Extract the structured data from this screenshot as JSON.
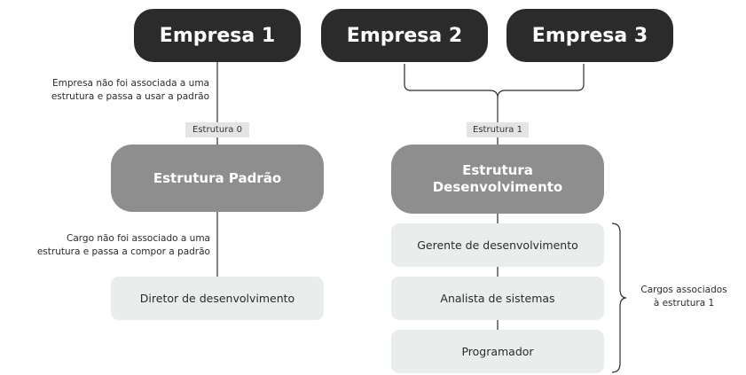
{
  "companies": {
    "c1": "Empresa 1",
    "c2": "Empresa 2",
    "c3": "Empresa 3"
  },
  "structures": {
    "s0_tag": "Estrutura 0",
    "s0_name": "Estrutura Padrão",
    "s1_tag": "Estrutura 1",
    "s1_name_line1": "Estrutura",
    "s1_name_line2": "Desenvolvimento"
  },
  "roles": {
    "r_default": "Diretor de desenvolvimento",
    "r1": "Gerente de desenvolvimento",
    "r2": "Analista de sistemas",
    "r3": "Programador"
  },
  "notes": {
    "company_line1": "Empresa não foi associada a uma",
    "company_line2": "estrutura e passa a usar a padrão",
    "role_line1": "Cargo não foi associado a uma",
    "role_line2": "estrutura e passa a compor a padrão",
    "assoc_line1": "Cargos associados",
    "assoc_line2": "à estrutura 1"
  },
  "colors": {
    "company": "#2b2b2b",
    "structure": "#8e8e8e",
    "role": "#e9edeb",
    "line": "#2b2b2b"
  }
}
